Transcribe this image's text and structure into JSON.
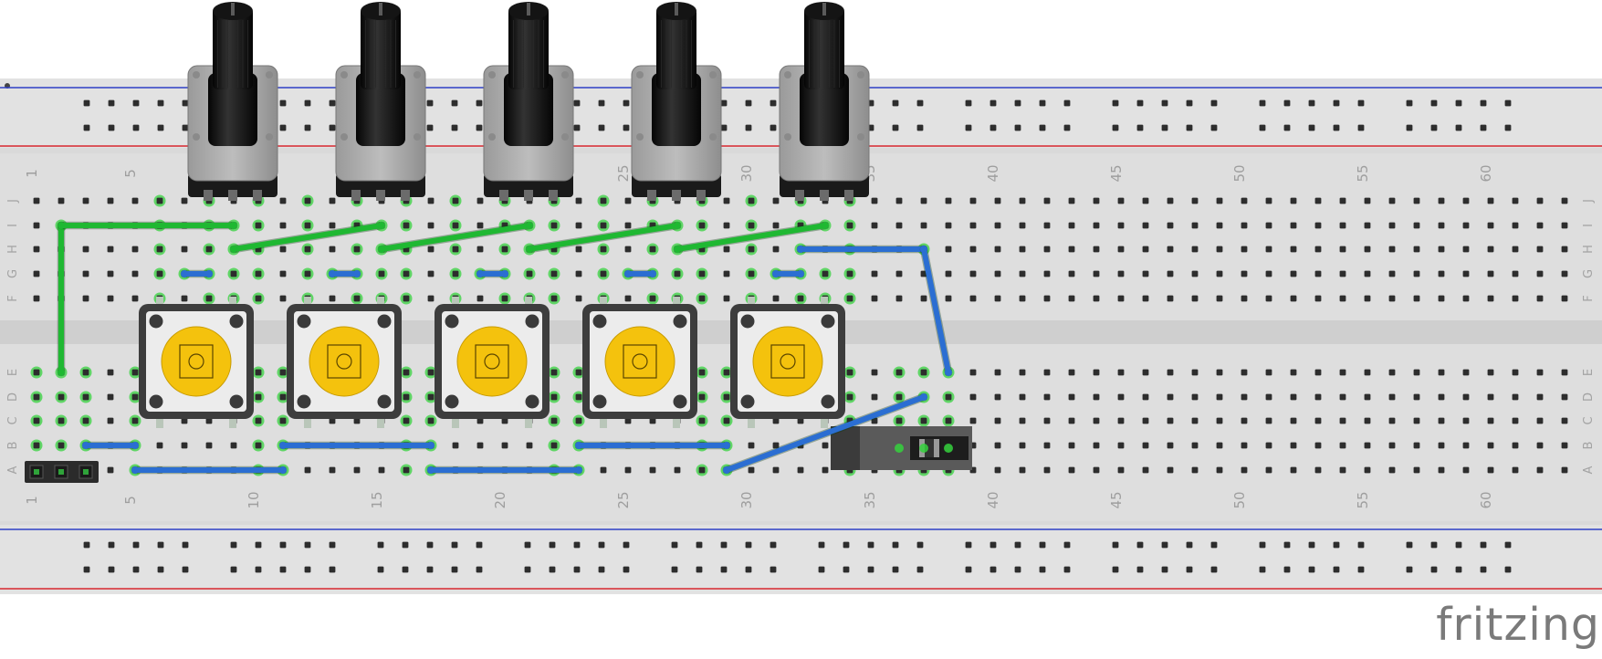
{
  "app": {
    "logo_text": "fritzing"
  },
  "breadboard": {
    "columns": 63,
    "column_labels": [
      {
        "col": 1,
        "text": "1"
      },
      {
        "col": 5,
        "text": "5"
      },
      {
        "col": 10,
        "text": "10"
      },
      {
        "col": 15,
        "text": "15"
      },
      {
        "col": 20,
        "text": "20"
      },
      {
        "col": 25,
        "text": "25"
      },
      {
        "col": 30,
        "text": "30"
      },
      {
        "col": 35,
        "text": "35"
      },
      {
        "col": 40,
        "text": "40"
      },
      {
        "col": 45,
        "text": "45"
      },
      {
        "col": 50,
        "text": "50"
      },
      {
        "col": 55,
        "text": "55"
      },
      {
        "col": 60,
        "text": "60"
      }
    ],
    "top_rows": [
      "J",
      "I",
      "H",
      "G",
      "F"
    ],
    "bottom_rows": [
      "E",
      "D",
      "C",
      "B",
      "A"
    ],
    "colors": {
      "board": "#dcdcdc",
      "rail": "#e1e1e1",
      "hole": "#2d2d2d",
      "rail_blue": "#2e3fc6",
      "rail_red": "#d7262e",
      "active_hole": "#35d23d"
    }
  },
  "components": {
    "potentiometers": [
      {
        "name": "pot-1",
        "col": 9
      },
      {
        "name": "pot-2",
        "col": 15
      },
      {
        "name": "pot-3",
        "col": 21
      },
      {
        "name": "pot-4",
        "col": 27
      },
      {
        "name": "pot-5",
        "col": 33
      }
    ],
    "pushbuttons": [
      {
        "name": "button-1",
        "col": 6
      },
      {
        "name": "button-2",
        "col": 12
      },
      {
        "name": "button-3",
        "col": 18
      },
      {
        "name": "button-4",
        "col": 24
      },
      {
        "name": "button-5",
        "col": 30
      }
    ],
    "slide_switch": {
      "col": 37
    },
    "header": {
      "pins": 3,
      "col": 1
    },
    "button_color": "#f4c20d",
    "pot_knob_color": "#111111"
  },
  "wires": {
    "green": [
      {
        "from": [
          2,
          "I"
        ],
        "to": [
          2,
          "E"
        ]
      },
      {
        "from": [
          2,
          "I"
        ],
        "to": [
          9,
          "I"
        ]
      },
      {
        "from": [
          9,
          "H"
        ],
        "to": [
          15,
          "I"
        ]
      },
      {
        "from": [
          15,
          "H"
        ],
        "to": [
          21,
          "I"
        ]
      },
      {
        "from": [
          21,
          "H"
        ],
        "to": [
          27,
          "I"
        ]
      },
      {
        "from": [
          27,
          "H"
        ],
        "to": [
          33,
          "I"
        ]
      }
    ],
    "blue": [
      {
        "from": [
          7,
          "G"
        ],
        "to": [
          8,
          "G"
        ]
      },
      {
        "from": [
          13,
          "G"
        ],
        "to": [
          14,
          "G"
        ]
      },
      {
        "from": [
          19,
          "G"
        ],
        "to": [
          20,
          "G"
        ]
      },
      {
        "from": [
          25,
          "G"
        ],
        "to": [
          26,
          "G"
        ]
      },
      {
        "from": [
          31,
          "G"
        ],
        "to": [
          32,
          "G"
        ]
      },
      {
        "from": [
          32,
          "H"
        ],
        "to": [
          37,
          "H"
        ]
      },
      {
        "from": [
          37,
          "H"
        ],
        "to": [
          38,
          "E"
        ]
      },
      {
        "from": [
          3,
          "B"
        ],
        "to": [
          5,
          "B"
        ]
      },
      {
        "from": [
          11,
          "B"
        ],
        "to": [
          17,
          "B"
        ]
      },
      {
        "from": [
          23,
          "B"
        ],
        "to": [
          29,
          "B"
        ]
      },
      {
        "from": [
          5,
          "A"
        ],
        "to": [
          11,
          "A"
        ]
      },
      {
        "from": [
          17,
          "A"
        ],
        "to": [
          23,
          "A"
        ]
      },
      {
        "from": [
          29,
          "A"
        ],
        "to": [
          37,
          "D"
        ]
      }
    ],
    "colors": {
      "green": "#1fb832",
      "blue": "#2b6ed2"
    }
  }
}
